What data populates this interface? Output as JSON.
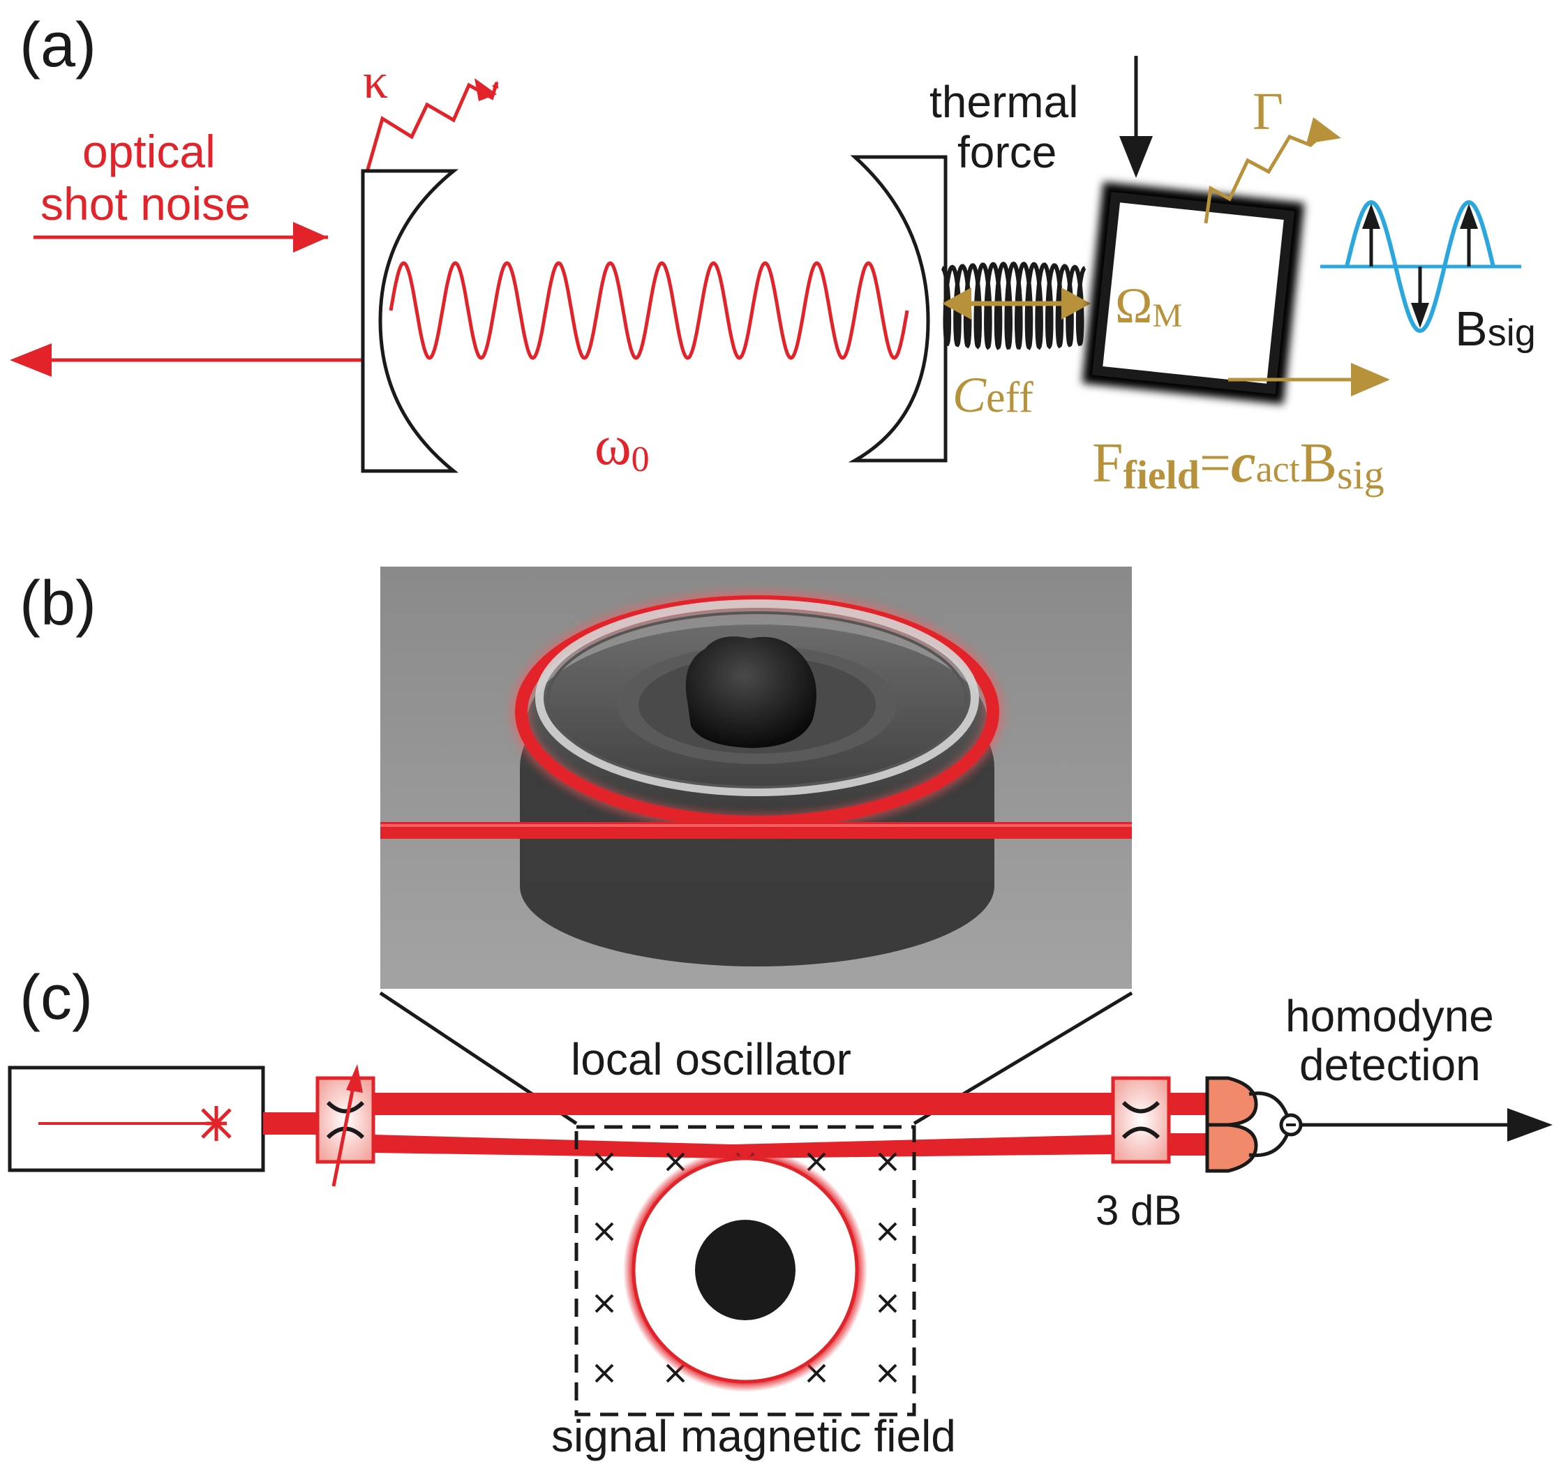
{
  "panels": {
    "a": {
      "label": "(a)"
    },
    "b": {
      "label": "(b)"
    },
    "c": {
      "label": "(c)"
    }
  },
  "panel_a": {
    "kappa": "κ",
    "optical_shot_noise_line1": "optical",
    "optical_shot_noise_line2": "shot noise",
    "omega0": "ω",
    "omega0_sub": "0",
    "thermal_force_line1": "thermal",
    "thermal_force_line2": "force",
    "gamma": "Γ",
    "omega_m": "Ω",
    "omega_m_sub": "M",
    "c_eff": "C",
    "c_eff_sub": "eff",
    "b_sig": "B",
    "b_sig_sub": "sig",
    "f_field": "F",
    "f_field_sub": "field",
    "equals": "=",
    "c_act": "c",
    "c_act_sub": "act",
    "b_sig2": "B",
    "b_sig2_sub": "sig"
  },
  "panel_c": {
    "local_oscillator": "local oscillator",
    "homodyne_line1": "homodyne",
    "homodyne_line2": "detection",
    "three_db": "3 dB",
    "signal_field": "signal magnetic field"
  },
  "colors": {
    "red": "#e2232a",
    "gold": "#b8923a",
    "blue": "#2aa7df",
    "black": "#1a1a1a",
    "gray_bg": "#8f8f8f"
  }
}
